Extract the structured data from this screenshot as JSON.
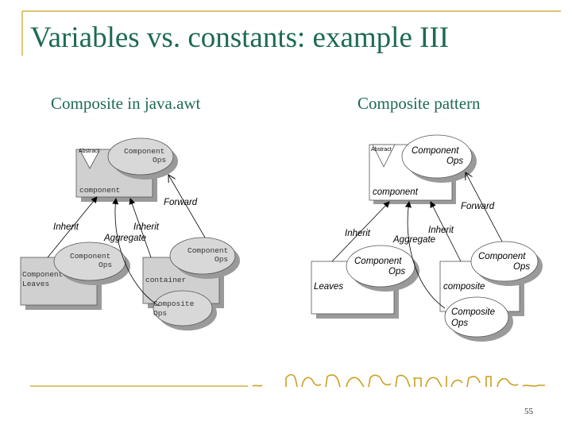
{
  "slide": {
    "title": "Variables vs. constants: example III",
    "page_number": "55"
  },
  "left_diagram": {
    "heading": "Composite in java.awt",
    "abstract_tag": "Abstract",
    "component_label": "component",
    "component_ops": [
      "Component",
      "Ops"
    ],
    "leaves_label": [
      "Component",
      "Leaves"
    ],
    "leaves_ops": [
      "Component",
      "Ops"
    ],
    "container_label": "container",
    "container_ops": [
      "Component",
      "Ops"
    ],
    "composite_ops": [
      "Composite",
      "Ops"
    ],
    "edge_inherit_left": "Inherit",
    "edge_inherit_right": "Inherit",
    "edge_aggregate": "Aggregate",
    "edge_forward": "Forward"
  },
  "right_diagram": {
    "heading": "Composite pattern",
    "abstract_tag": "Abstract",
    "component_label": "component",
    "component_ops": [
      "Component",
      "Ops"
    ],
    "leaves_label": "Leaves",
    "leaves_ops": [
      "Component",
      "Ops"
    ],
    "composite_label": "composite",
    "composite_component_ops": [
      "Component",
      "Ops"
    ],
    "composite_ops": [
      "Composite",
      "Ops"
    ],
    "edge_inherit_left": "Inherit",
    "edge_inherit_right": "Inherit",
    "edge_aggregate": "Aggregate",
    "edge_forward": "Forward"
  },
  "colors": {
    "title": "#1d6b4f",
    "rule": "#c9a020",
    "box_fill_left": "#d0d0d0",
    "box_fill_right": "#ffffff",
    "shadow": "#9a9a9a"
  }
}
